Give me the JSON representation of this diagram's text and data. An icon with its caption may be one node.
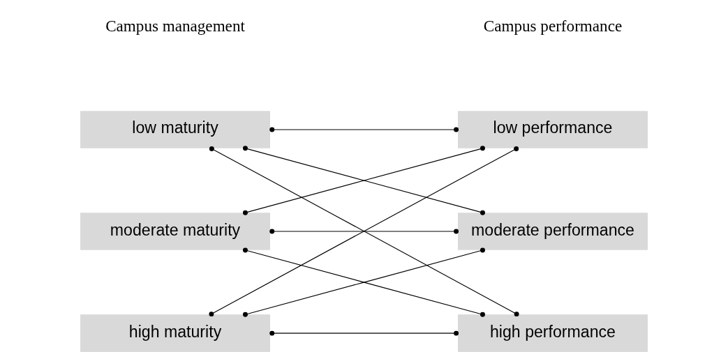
{
  "diagram": {
    "nodes": [
      {
        "text": [
          "low maturity"
        ]
      },
      {
        "text": [
          "moderate maturity"
        ]
      },
      {
        "text": [
          "high maturity"
        ]
      },
      {
        "text": [
          "low performance"
        ]
      },
      {
        "text": [
          "moderate performance"
        ]
      },
      {
        "text": [
          "high performance"
        ]
      }
    ],
    "edges": [
      {
        "from": 0,
        "to": 3,
        "arrow": "other"
      },
      {
        "from": 0,
        "to": 4,
        "arrow": "other"
      },
      {
        "from": 0,
        "to": 5,
        "arrow": "other"
      },
      {
        "from": 1,
        "to": 3,
        "arrow": "other"
      },
      {
        "from": 1,
        "to": 4,
        "arrow": "other"
      },
      {
        "from": 1,
        "to": 5,
        "arrow": "other"
      },
      {
        "from": 2,
        "to": 3,
        "arrow": "other"
      },
      {
        "from": 2,
        "to": 4,
        "arrow": "other"
      },
      {
        "from": 2,
        "to": 5,
        "arrow": "other"
      }
    ],
    "labels": [
      "Campus management",
      "Campus performance"
    ]
  }
}
